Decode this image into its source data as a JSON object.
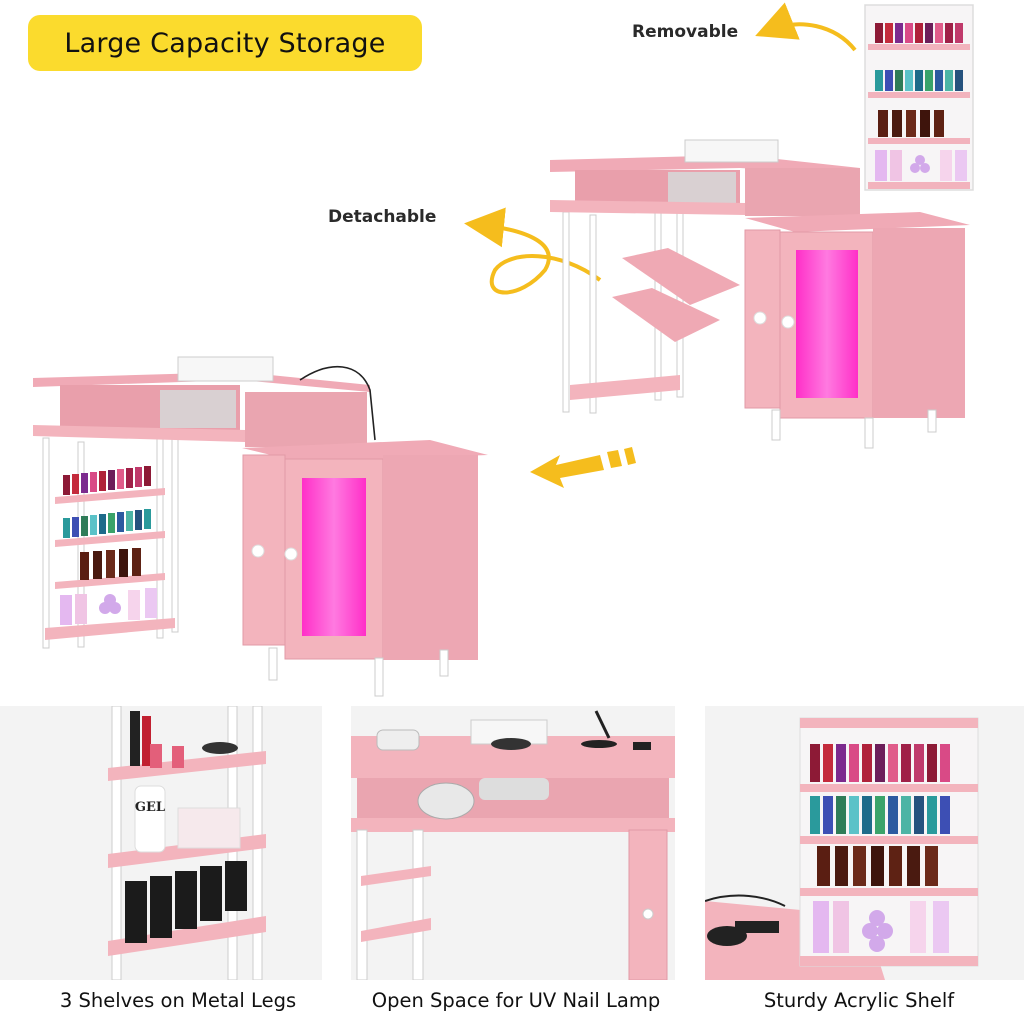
{
  "badge": {
    "title": "Large Capacity Storage"
  },
  "callouts": {
    "removable": "Removable",
    "detachable": "Detachable"
  },
  "captions": [
    "3 Shelves on Metal Legs",
    "Open Space for UV Nail Lamp",
    "Sturdy Acrylic Shelf"
  ],
  "gel_label": "GEL",
  "colors": {
    "accent": "#fbdb2d",
    "desk_pink": "#f3b4bd",
    "desk_pink_dark": "#e39aa5",
    "led_magenta": "#ff3fd0",
    "frame_white": "#ffffff"
  }
}
